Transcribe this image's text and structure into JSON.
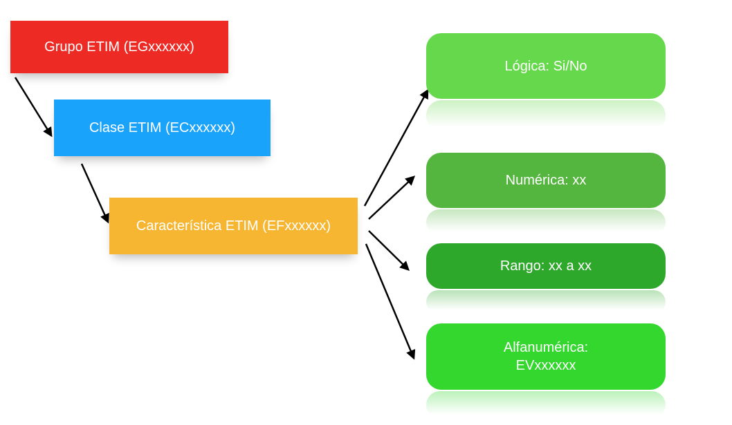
{
  "hierarchy": {
    "group": {
      "label": "Grupo ETIM (EGxxxxxx)",
      "color": "#ee2a24"
    },
    "class": {
      "label": "Clase ETIM (ECxxxxxx)",
      "color": "#1aa3fb"
    },
    "feature": {
      "label": "Característica ETIM (EFxxxxxx)",
      "color": "#f6b631"
    }
  },
  "value_types": [
    {
      "label": "Lógica: Si/No",
      "color": "#66d84b"
    },
    {
      "label": "Numérica: xx",
      "color": "#55b63f"
    },
    {
      "label": "Rango: xx a xx",
      "color": "#2ea82b"
    },
    {
      "label": "Alfanumérica: EVxxxxxx",
      "color": "#34d72e"
    }
  ]
}
